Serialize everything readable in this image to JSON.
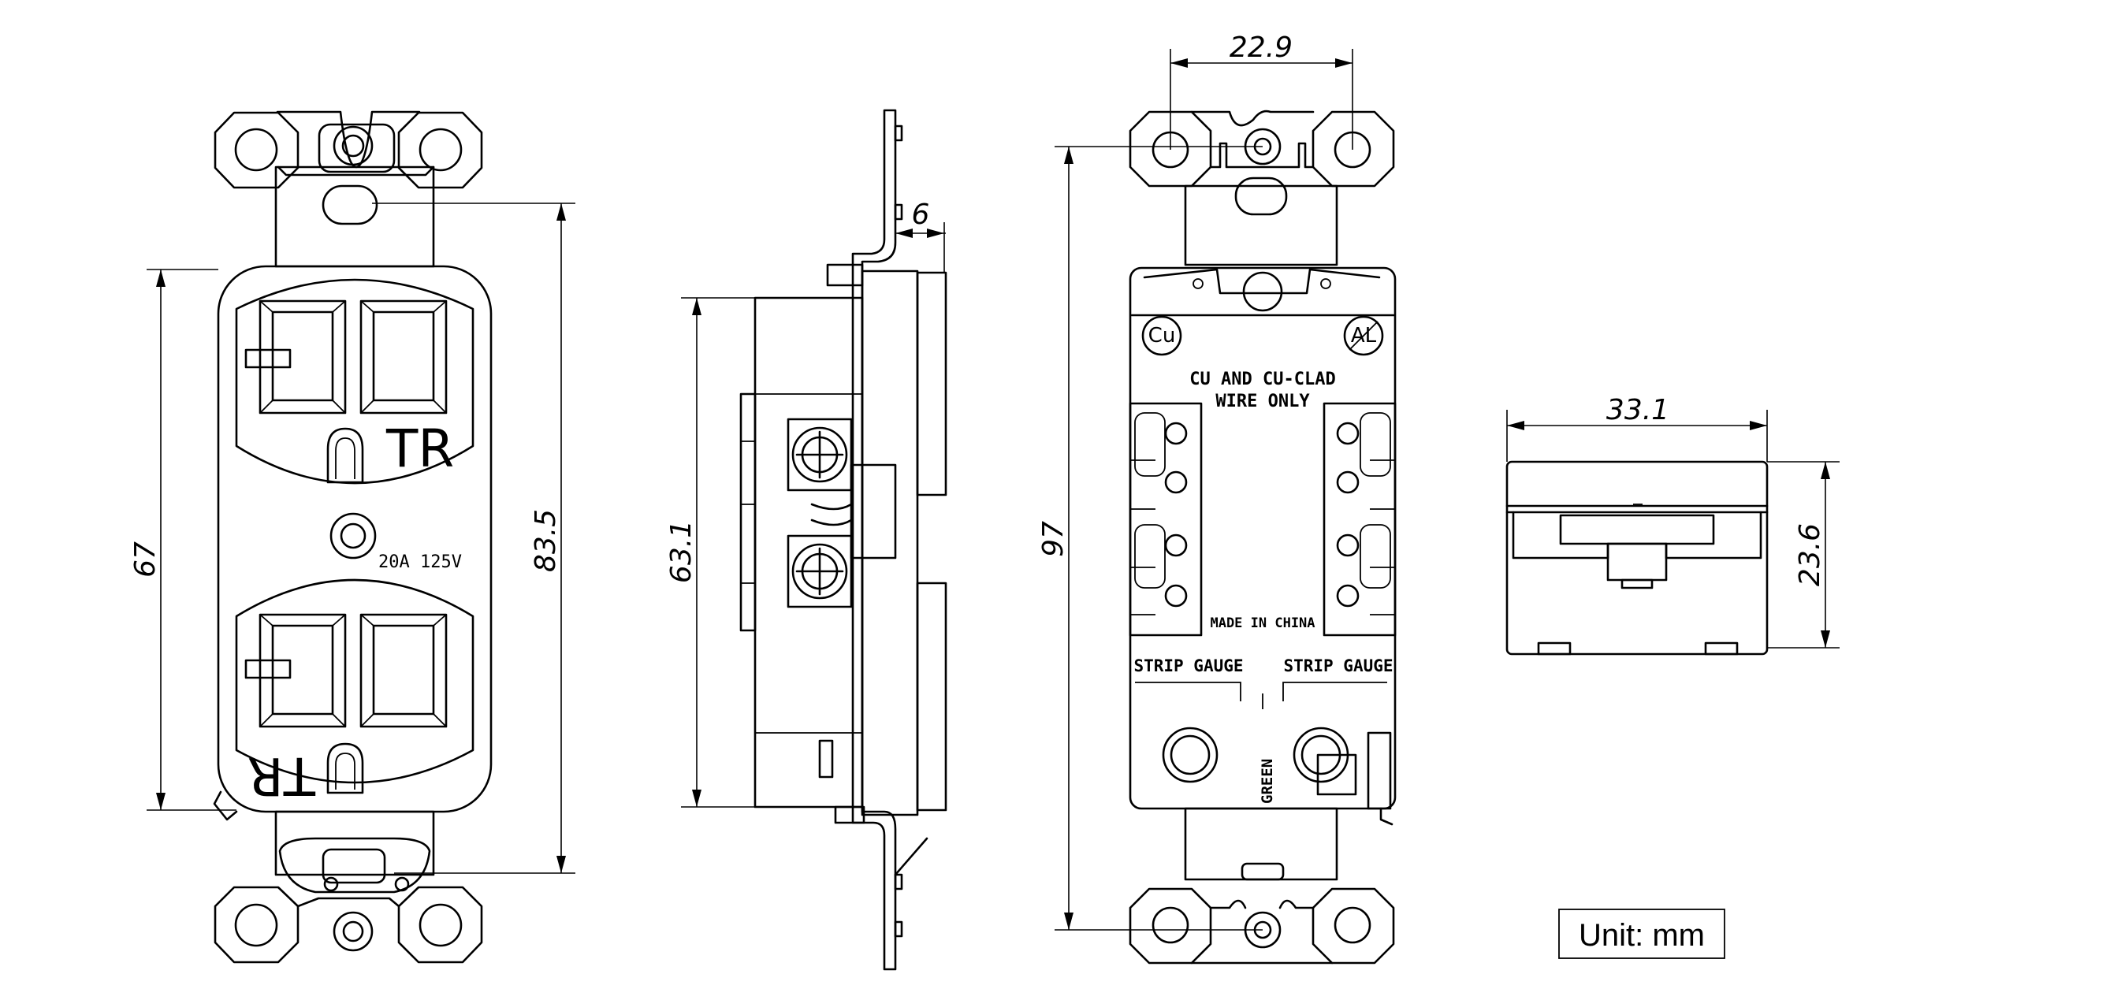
{
  "dimensions": {
    "front_height_body": "67",
    "front_height_total": "83.5",
    "side_body_height": "63.1",
    "side_flange": "6",
    "back_hole_spacing": "22.9",
    "back_total_height": "97",
    "top_width": "33.1",
    "top_depth": "23.6"
  },
  "front": {
    "tr_upper": "TR",
    "tr_lower": "TR",
    "rating": "20A  125V"
  },
  "back": {
    "cu_mark": "Cu",
    "al_mark": "AL",
    "wire_line1": "CU AND CU-CLAD",
    "wire_line2": "WIRE ONLY",
    "origin": "MADE IN CHINA",
    "strip_left": "STRIP GAUGE",
    "strip_right": "STRIP GAUGE",
    "ground_label": "GREEN"
  },
  "unit_label": "Unit: mm"
}
